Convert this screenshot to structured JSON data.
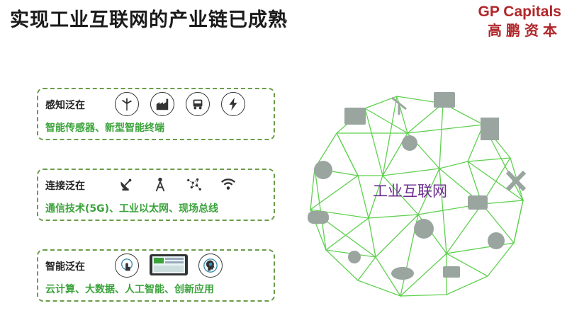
{
  "header": {
    "title": "实现工业互联网的产业链已成熟",
    "brand_en": "GP Capitals",
    "brand_cn": "高鹏资本"
  },
  "cards": [
    {
      "label": "感知泛在",
      "desc": "智能传感器、新型智能终端",
      "icons": [
        "wind-turbine-icon",
        "factory-icon",
        "truck-icon",
        "lightning-icon"
      ]
    },
    {
      "label": "连接泛在",
      "desc": "通信技术(5G)、工业以太网、现场总线",
      "icons": [
        "satellite-dish-icon",
        "antenna-tower-icon",
        "network-nodes-icon",
        "wifi-icon"
      ]
    },
    {
      "label": "智能泛在",
      "desc": "云计算、大数据、人工智能、创新应用",
      "icons": [
        "touch-finger-icon",
        "tablet-dashboard-icon",
        "brain-head-icon"
      ]
    }
  ],
  "globe": {
    "label": "工业互联网",
    "line_color": "#4ecb3c",
    "node_icons": [
      "id-card-icon",
      "wind-turbine-icon",
      "monitor-tower-icon",
      "watch-icon",
      "buildings-icon",
      "globe-icon",
      "tools-icon",
      "game-controller-icon",
      "camera-icon",
      "bio-icon",
      "music-note-icon",
      "money-bag-icon",
      "coffee-cup-icon",
      "person-laptop-icon"
    ]
  },
  "colors": {
    "accent_green": "#3aa33a",
    "brand_red": "#b0272a",
    "border_green": "#6a9d4a",
    "globe_label": "#6b2f8f"
  }
}
